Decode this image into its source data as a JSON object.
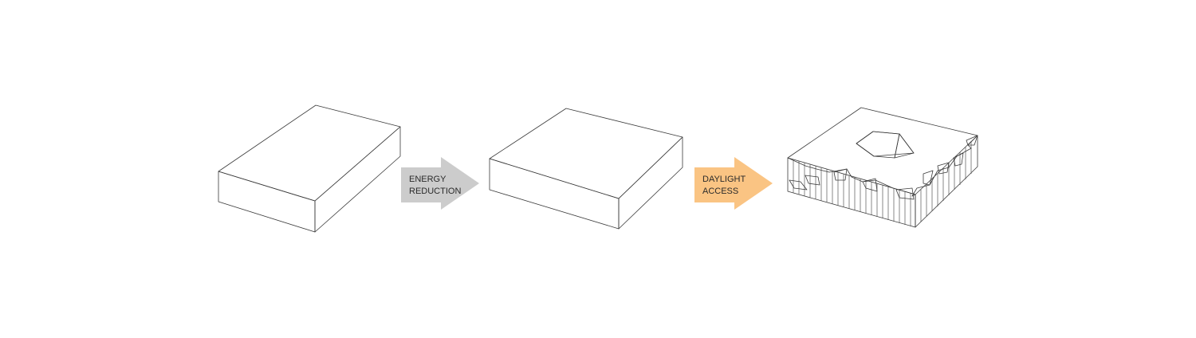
{
  "steps": [
    {
      "arrow_label_line1": "ENERGY",
      "arrow_label_line2": "REDUCTION",
      "arrow_color": "#cccccc"
    },
    {
      "arrow_label_line1": "DAYLIGHT",
      "arrow_label_line2": "ACCESS",
      "arrow_color": "#fac483"
    }
  ],
  "colors": {
    "background": "#ffffff",
    "top_face": "#ffffff",
    "front_face": "#d4d4d4",
    "side_face": "#ffffff",
    "cutout_face": "#d8d8d8",
    "outline": "#3a3a3a"
  },
  "blocks": [
    {
      "name": "original-block"
    },
    {
      "name": "compact-block"
    },
    {
      "name": "perforated-block"
    }
  ]
}
